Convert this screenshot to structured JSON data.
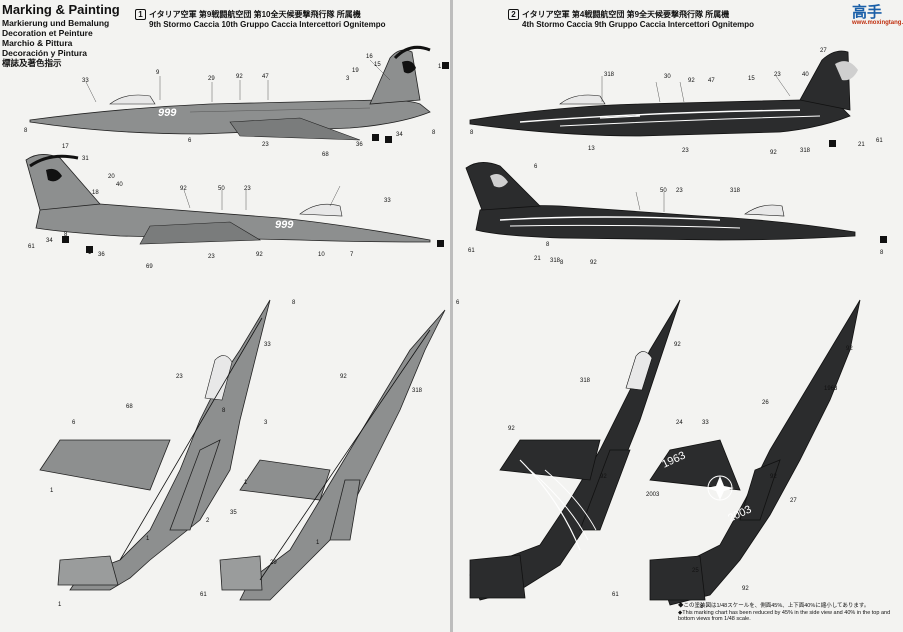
{
  "section": {
    "title": "Marking & Painting",
    "languages": [
      "Markierung und Bemalung",
      "Decoration et Peinture",
      "Marchio & Pittura",
      "Decoración y Pintura",
      "標誌及著色指示"
    ]
  },
  "watermark": {
    "cn": "高手",
    "url": "www.moxingtang.com"
  },
  "schemes": [
    {
      "number": "1",
      "title_jp": "イタリア空軍 第9戦闘航空団 第10全天候要撃飛行隊 所属機",
      "title_it": "9th Stormo Caccia 10th Gruppo Caccia Intercettori Ognitempo",
      "tail_code": "999"
    },
    {
      "number": "2",
      "title_jp": "イタリア空軍 第4戦闘航空団 第9全天候要撃飛行隊 所属機",
      "title_it": "4th Stormo Caccia 9th Gruppo Caccia Intercettori Ognitempo",
      "wing_text": [
        "1963",
        "2003"
      ]
    }
  ],
  "note": {
    "jp": "◆この塗装図は1/48スケールを、側面45%、上下面40%に縮小してあります。",
    "en": "◆This marking chart has been reduced by 45% in the side view and 40% in the top and bottom views from 1/48 scale."
  },
  "callouts_left": [
    "33",
    "9",
    "29",
    "92",
    "47",
    "16",
    "15",
    "19",
    "3",
    "1",
    "8",
    "8",
    "23",
    "68",
    "36",
    "34",
    "6",
    "17",
    "31",
    "20",
    "40",
    "18",
    "92",
    "50",
    "23",
    "33",
    "61",
    "34",
    "36",
    "8",
    "1",
    "69",
    "23",
    "92",
    "10",
    "7",
    "8",
    "8",
    "33",
    "23",
    "68",
    "1",
    "6",
    "3",
    "92",
    "318",
    "1",
    "2",
    "61",
    "35",
    "1",
    "1",
    "29",
    "1"
  ],
  "callouts_right": [
    "318",
    "30",
    "92",
    "47",
    "27",
    "23",
    "40",
    "15",
    "8",
    "13",
    "23",
    "92",
    "318",
    "21",
    "61",
    "50",
    "23",
    "318",
    "8",
    "61",
    "6",
    "21",
    "8",
    "92",
    "318",
    "8",
    "92",
    "318",
    "6",
    "92",
    "92",
    "24",
    "33",
    "26",
    "92",
    "27",
    "92",
    "1963",
    "2003",
    "61",
    "25",
    "8",
    "92"
  ],
  "colors": {
    "grey": "#8d8f8f",
    "dark": "#2b2c2d",
    "paper": "#f3f3f1",
    "ink": "#111111"
  }
}
